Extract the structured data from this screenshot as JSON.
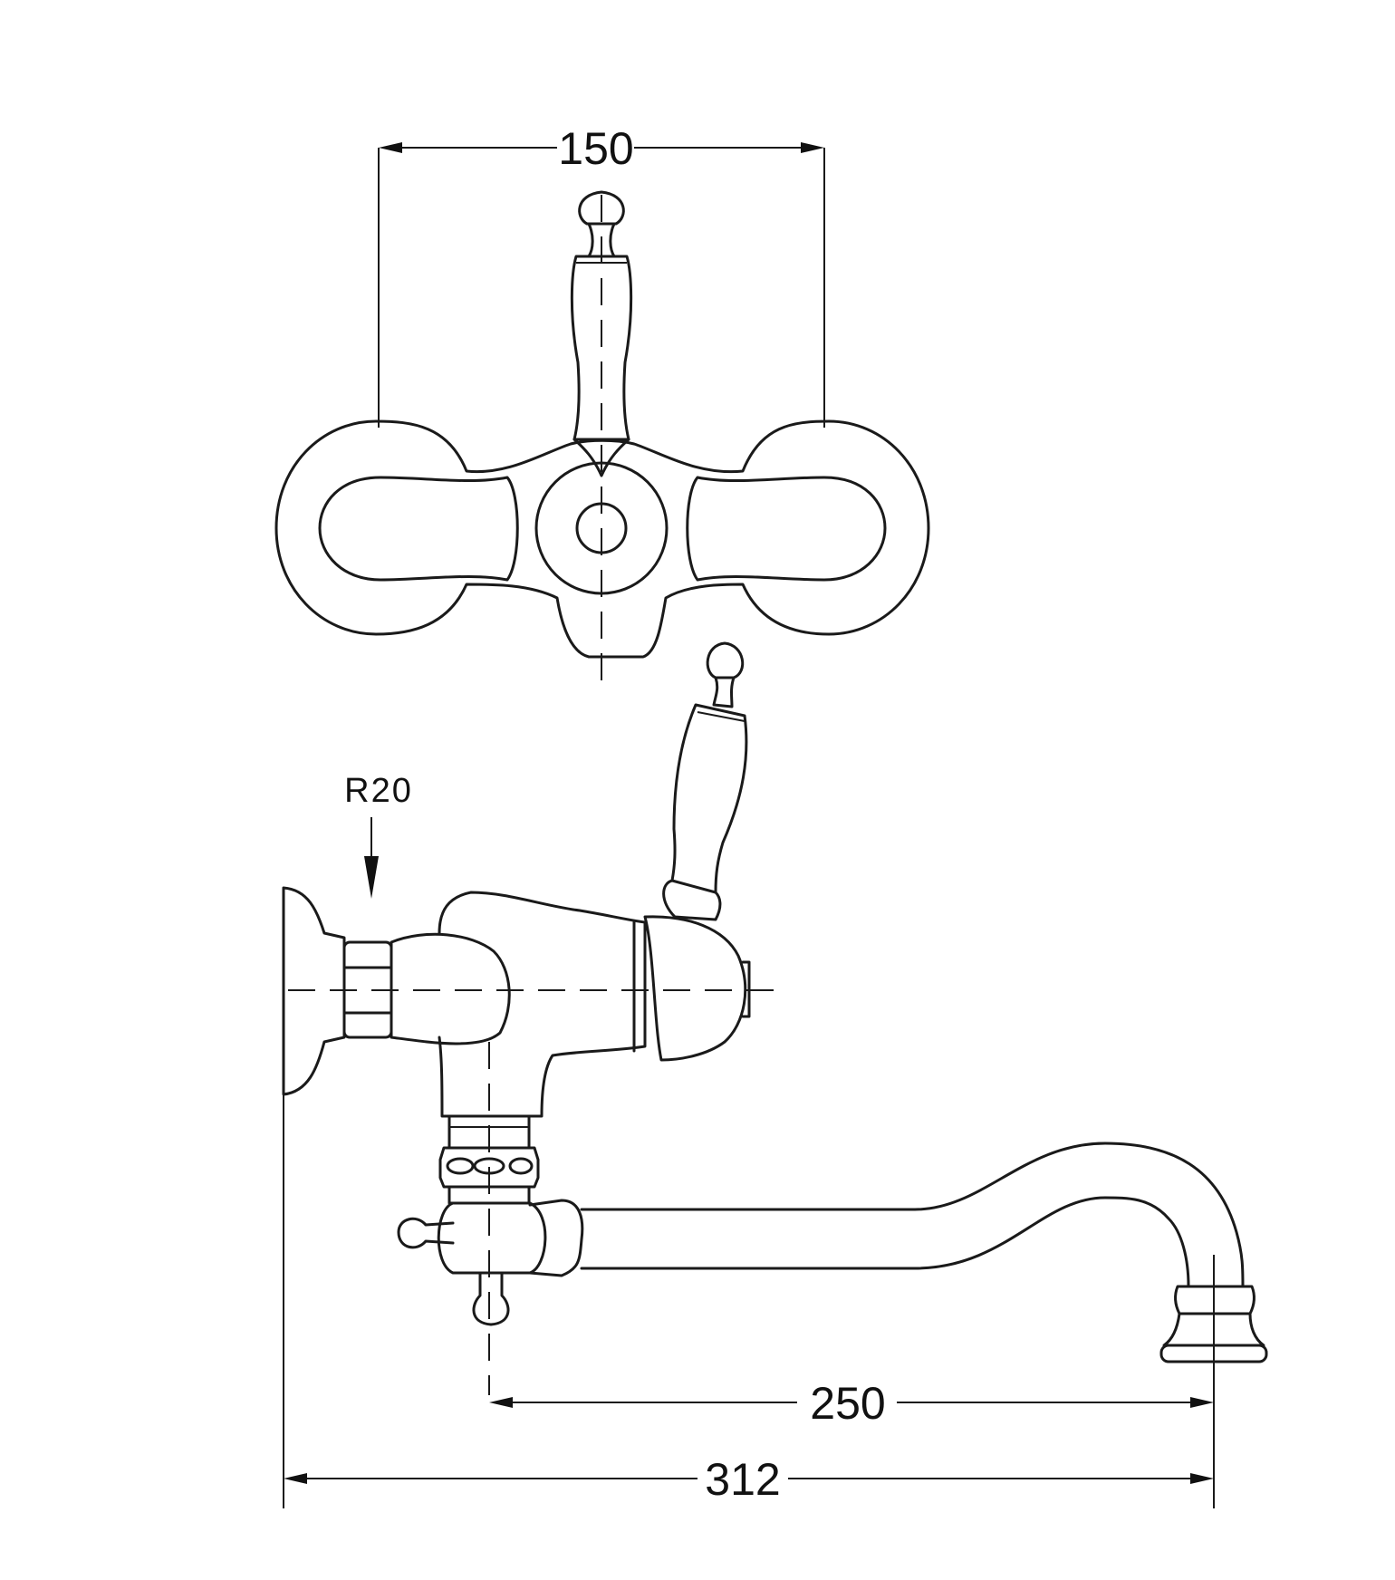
{
  "dimensions": {
    "top_width": "150",
    "spout_reach": "250",
    "overall_depth": "312"
  },
  "labels": {
    "radius": "R20"
  },
  "colors": {
    "line": "#1a1a1a",
    "background": "#ffffff"
  }
}
